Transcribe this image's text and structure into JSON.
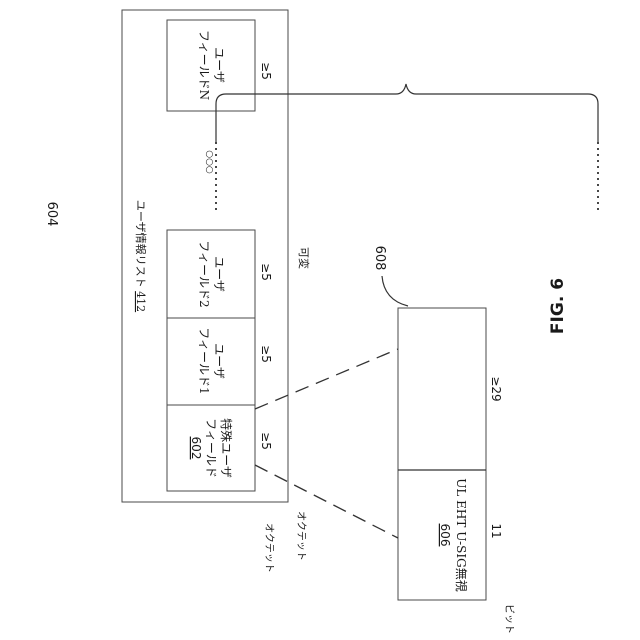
{
  "figure": {
    "ref_604": "604",
    "ref_608": "608",
    "caption": "FIG. 6"
  },
  "user_info_list": {
    "label": "ユーザ情報リスト ",
    "ref": "412",
    "length_label": "可変"
  },
  "fields": {
    "special_user_line1": "特殊ユーザ",
    "special_user_line2": "フィールド",
    "special_user_ref": "602",
    "user_field_1_line1": "ユーザ",
    "user_field_1_line2": "フィールド1",
    "user_field_2_line1": "ユーザ",
    "user_field_2_line2": "フィールド2",
    "user_field_n_line1": "ユーザ",
    "user_field_n_line2": "フィールドN",
    "size_special": "≥5",
    "size_1": "≥5",
    "size_2": "≥5",
    "size_n": "≥5",
    "ellipsis": "○○○"
  },
  "detail": {
    "ignore_label": "UL EHT U-SIG無視",
    "ignore_ref": "606",
    "ignore_bits": "11",
    "rest_bits": "≥29"
  },
  "units": {
    "octets_1": "オクテット",
    "octets_2": "オクテット",
    "bits": "ビット"
  }
}
